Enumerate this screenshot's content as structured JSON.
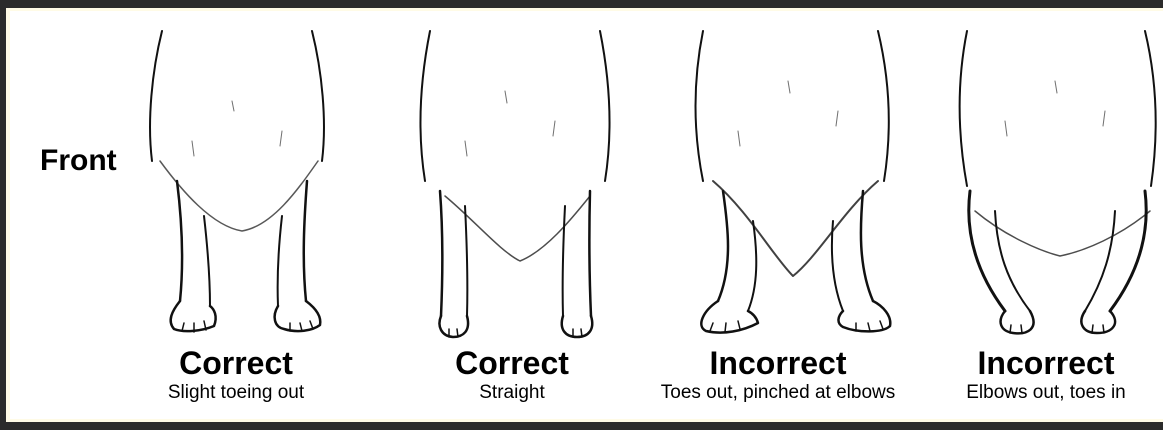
{
  "row_label": "Front",
  "panels": [
    {
      "title": "Correct",
      "subtitle": "Slight toeing out"
    },
    {
      "title": "Correct",
      "subtitle": "Straight"
    },
    {
      "title": "Incorrect",
      "subtitle": "Toes out, pinched at elbows"
    },
    {
      "title": "Incorrect",
      "subtitle": "Elbows out, toes in"
    }
  ]
}
